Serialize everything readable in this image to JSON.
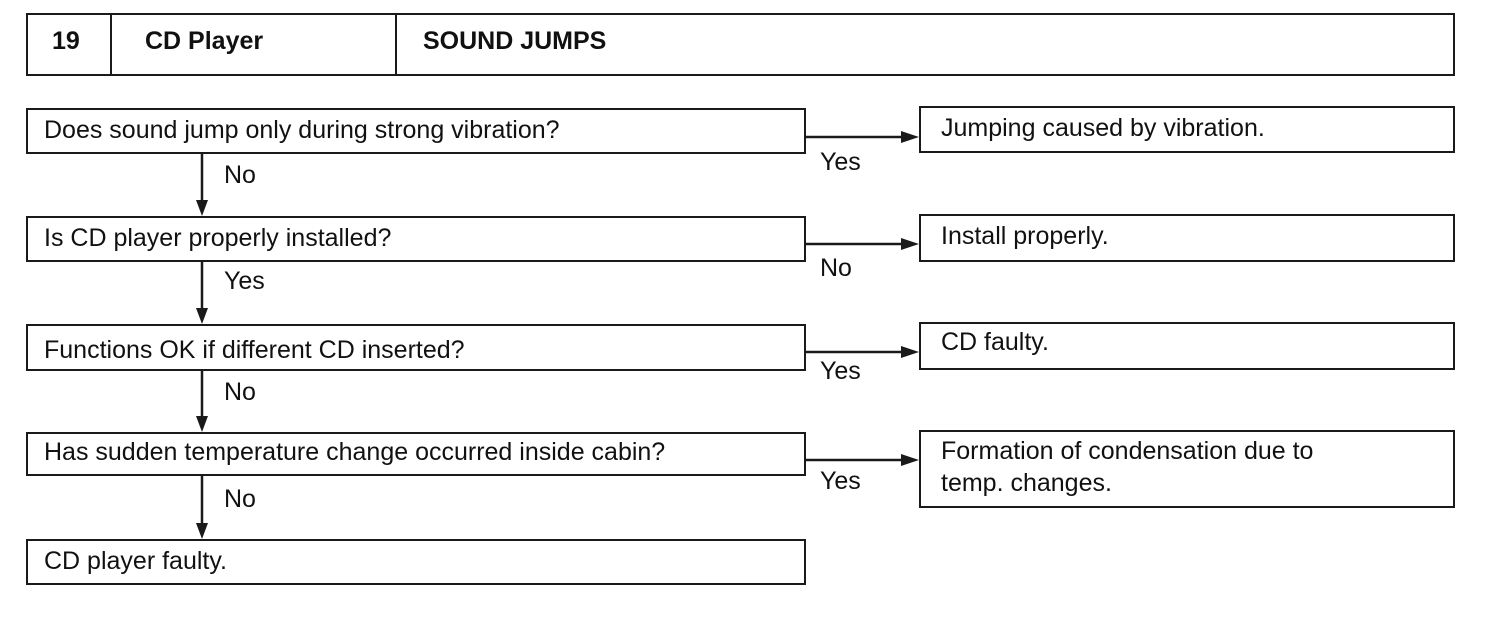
{
  "header": {
    "number": "19",
    "component": "CD Player",
    "symptom": "SOUND JUMPS"
  },
  "steps": [
    {
      "question": "Does sound jump only during strong vibration?",
      "branch_label": "Yes",
      "outcome": "Jumping caused by vibration.",
      "down_label": "No"
    },
    {
      "question": "Is CD player properly installed?",
      "branch_label": "No",
      "outcome": "Install properly.",
      "down_label": "Yes"
    },
    {
      "question": "Functions OK if different CD inserted?",
      "branch_label": "Yes",
      "outcome": "CD faulty.",
      "down_label": "No"
    },
    {
      "question": "Has sudden temperature change occurred inside cabin?",
      "branch_label": "Yes",
      "outcome_lines": [
        "Formation of condensation due to",
        "temp. changes."
      ],
      "down_label": "No"
    }
  ],
  "final": "CD player faulty."
}
